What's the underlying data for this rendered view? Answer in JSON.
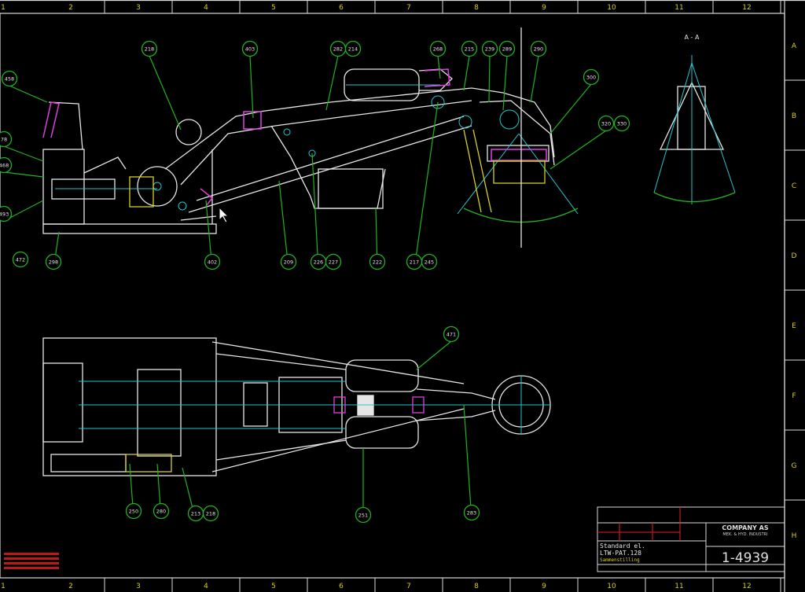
{
  "drawing": {
    "section_label": "A - A",
    "column_numbers": [
      "1",
      "2",
      "3",
      "4",
      "5",
      "6",
      "7",
      "8",
      "9",
      "10",
      "11",
      "12"
    ],
    "row_letters": [
      "A",
      "B",
      "C",
      "D",
      "E",
      "F",
      "G",
      "H"
    ],
    "balloons_side_view": [
      "458",
      "218",
      "403",
      "282",
      "214",
      "268",
      "215",
      "239",
      "289",
      "290",
      "300",
      "320",
      "330",
      "78",
      "468",
      "493",
      "472",
      "298",
      "402",
      "209",
      "226",
      "227",
      "222",
      "217",
      "245"
    ],
    "balloons_top_view": [
      "471",
      "250",
      "280",
      "213",
      "218",
      "251",
      "283"
    ]
  },
  "title_block": {
    "drawing_number": "1-4939",
    "company": "COMPANY AS",
    "company_sub": "MEK. & HYD. INDUSTRI",
    "title_line1": "Standard el.",
    "title_line2": "LTW-PAT.128",
    "title_line3": "Sammenstilling"
  },
  "colors": {
    "background": "#000000",
    "frame": "#d8d8d8",
    "balloon": "#1fb31f",
    "geometry": "#e6e6e6",
    "centerline": "#20c8d0",
    "highlight": "#e040e0",
    "yellow": "#d8d020",
    "red": "#e02020"
  }
}
